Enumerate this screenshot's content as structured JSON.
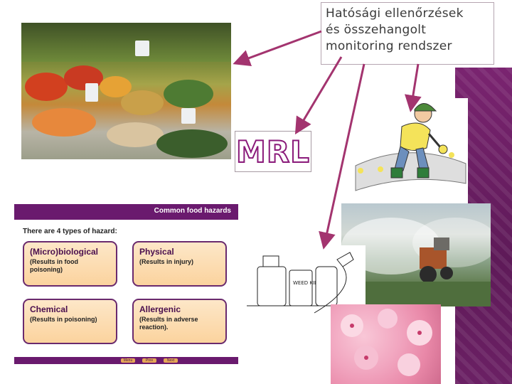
{
  "callout": {
    "lines": [
      "Hatósági ellenőrzések",
      "és összehangolt",
      "monitoring rendszer"
    ]
  },
  "mrl_label": "MRL",
  "slide": {
    "header_title": "Common food hazards",
    "subtitle": "There are 4 types of hazard:",
    "cards": [
      {
        "title": "(Micro)biological",
        "text": "(Results in food poisoning)"
      },
      {
        "title": "Physical",
        "text": "(Results in injury)"
      },
      {
        "title": "Chemical",
        "text": "(Results in poisoning)"
      },
      {
        "title": "Allergenic",
        "text": "(Results in adverse reaction)."
      }
    ],
    "footer_buttons": [
      "Menu",
      "Prev",
      "Next"
    ]
  },
  "illustration_labels": {
    "bottle_label": "WEED KILL"
  },
  "colors": {
    "arrow": "#a3346f",
    "band": "#6b2064",
    "slide_header": "#6a1a6e",
    "card_fill": "#fbd39e"
  }
}
